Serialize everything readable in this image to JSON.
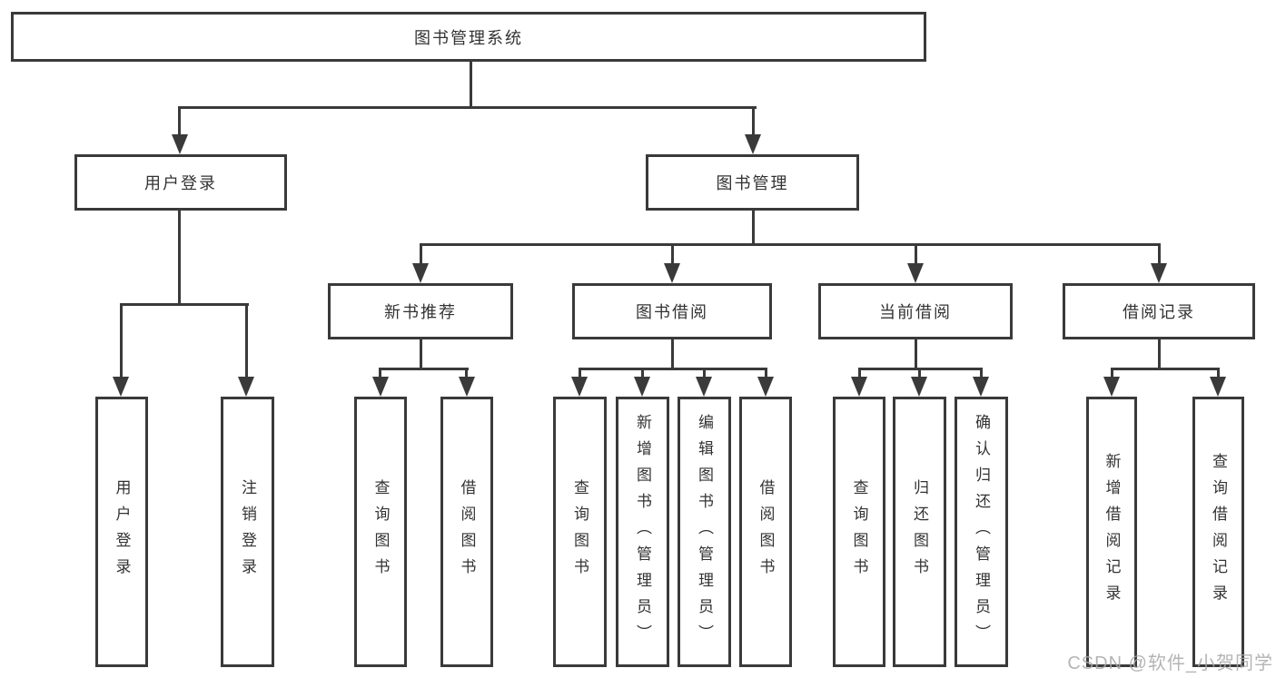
{
  "diagram_title": "图书管理系统",
  "nodes": {
    "root": "图书管理系统",
    "user_login": "用户登录",
    "book_management": "图书管理",
    "new_book_recommend": "新书推荐",
    "book_borrow": "图书借阅",
    "current_borrow": "当前借阅",
    "borrow_record": "借阅记录"
  },
  "leaves": {
    "user_login": "用户登录",
    "logout": "注销登录",
    "recommend_query_book": "查询图书",
    "recommend_borrow_book": "借阅图书",
    "borrow_query_book": "查询图书",
    "borrow_add_book_admin": "新增图书（管理员）",
    "borrow_edit_book_admin": "编辑图书（管理员）",
    "borrow_borrow_book": "借阅图书",
    "current_query_book": "查询图书",
    "current_return_book": "归还图书",
    "current_confirm_return_admin": "确认归还（管理员）",
    "record_add_record": "新增借阅记录",
    "record_query_record": "查询借阅记录"
  },
  "hierarchy": {
    "图书管理系统": [
      "用户登录",
      "图书管理"
    ],
    "用户登录": [
      "用户登录",
      "注销登录"
    ],
    "图书管理": [
      "新书推荐",
      "图书借阅",
      "当前借阅",
      "借阅记录"
    ],
    "新书推荐": [
      "查询图书",
      "借阅图书"
    ],
    "图书借阅": [
      "查询图书",
      "新增图书（管理员）",
      "编辑图书（管理员）",
      "借阅图书"
    ],
    "当前借阅": [
      "查询图书",
      "归还图书",
      "确认归还（管理员）"
    ],
    "借阅记录": [
      "新增借阅记录",
      "查询借阅记录"
    ]
  },
  "watermark": "CSDN @软件_小贺同学",
  "colors": {
    "line": "#3a3a3a",
    "text": "#333333",
    "watermark_color": "#a8a8a8",
    "background": "#ffffff"
  }
}
